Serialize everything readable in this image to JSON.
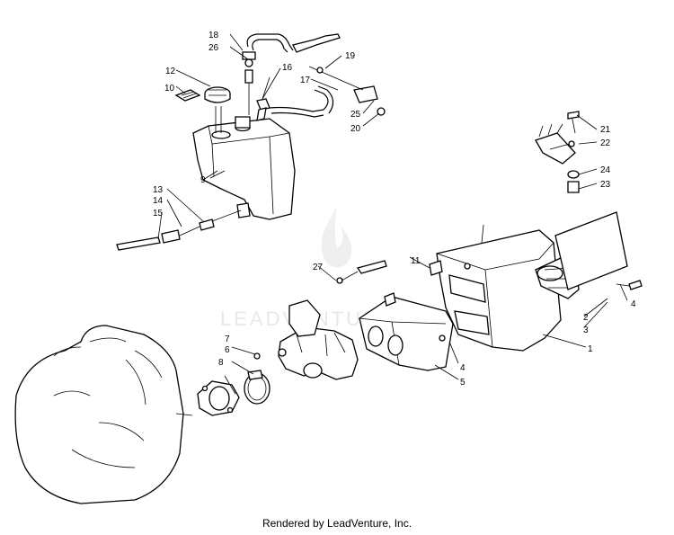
{
  "watermark": {
    "text": "LEADVENTURE"
  },
  "footer": {
    "text": "Rendered by LeadVenture, Inc."
  },
  "callouts": {
    "c1": "1",
    "c2": "2",
    "c3": "3",
    "c4a": "4",
    "c4b": "4",
    "c5": "5",
    "c6": "6",
    "c7": "7",
    "c8": "8",
    "c9": "9",
    "c10": "10",
    "c11": "11",
    "c12": "12",
    "c13": "13",
    "c14": "14",
    "c15": "15",
    "c16": "16",
    "c17": "17",
    "c18": "18",
    "c19": "19",
    "c20": "20",
    "c21": "21",
    "c22": "22",
    "c23": "23",
    "c24": "24",
    "c25": "25",
    "c26": "26",
    "c27": "27"
  }
}
